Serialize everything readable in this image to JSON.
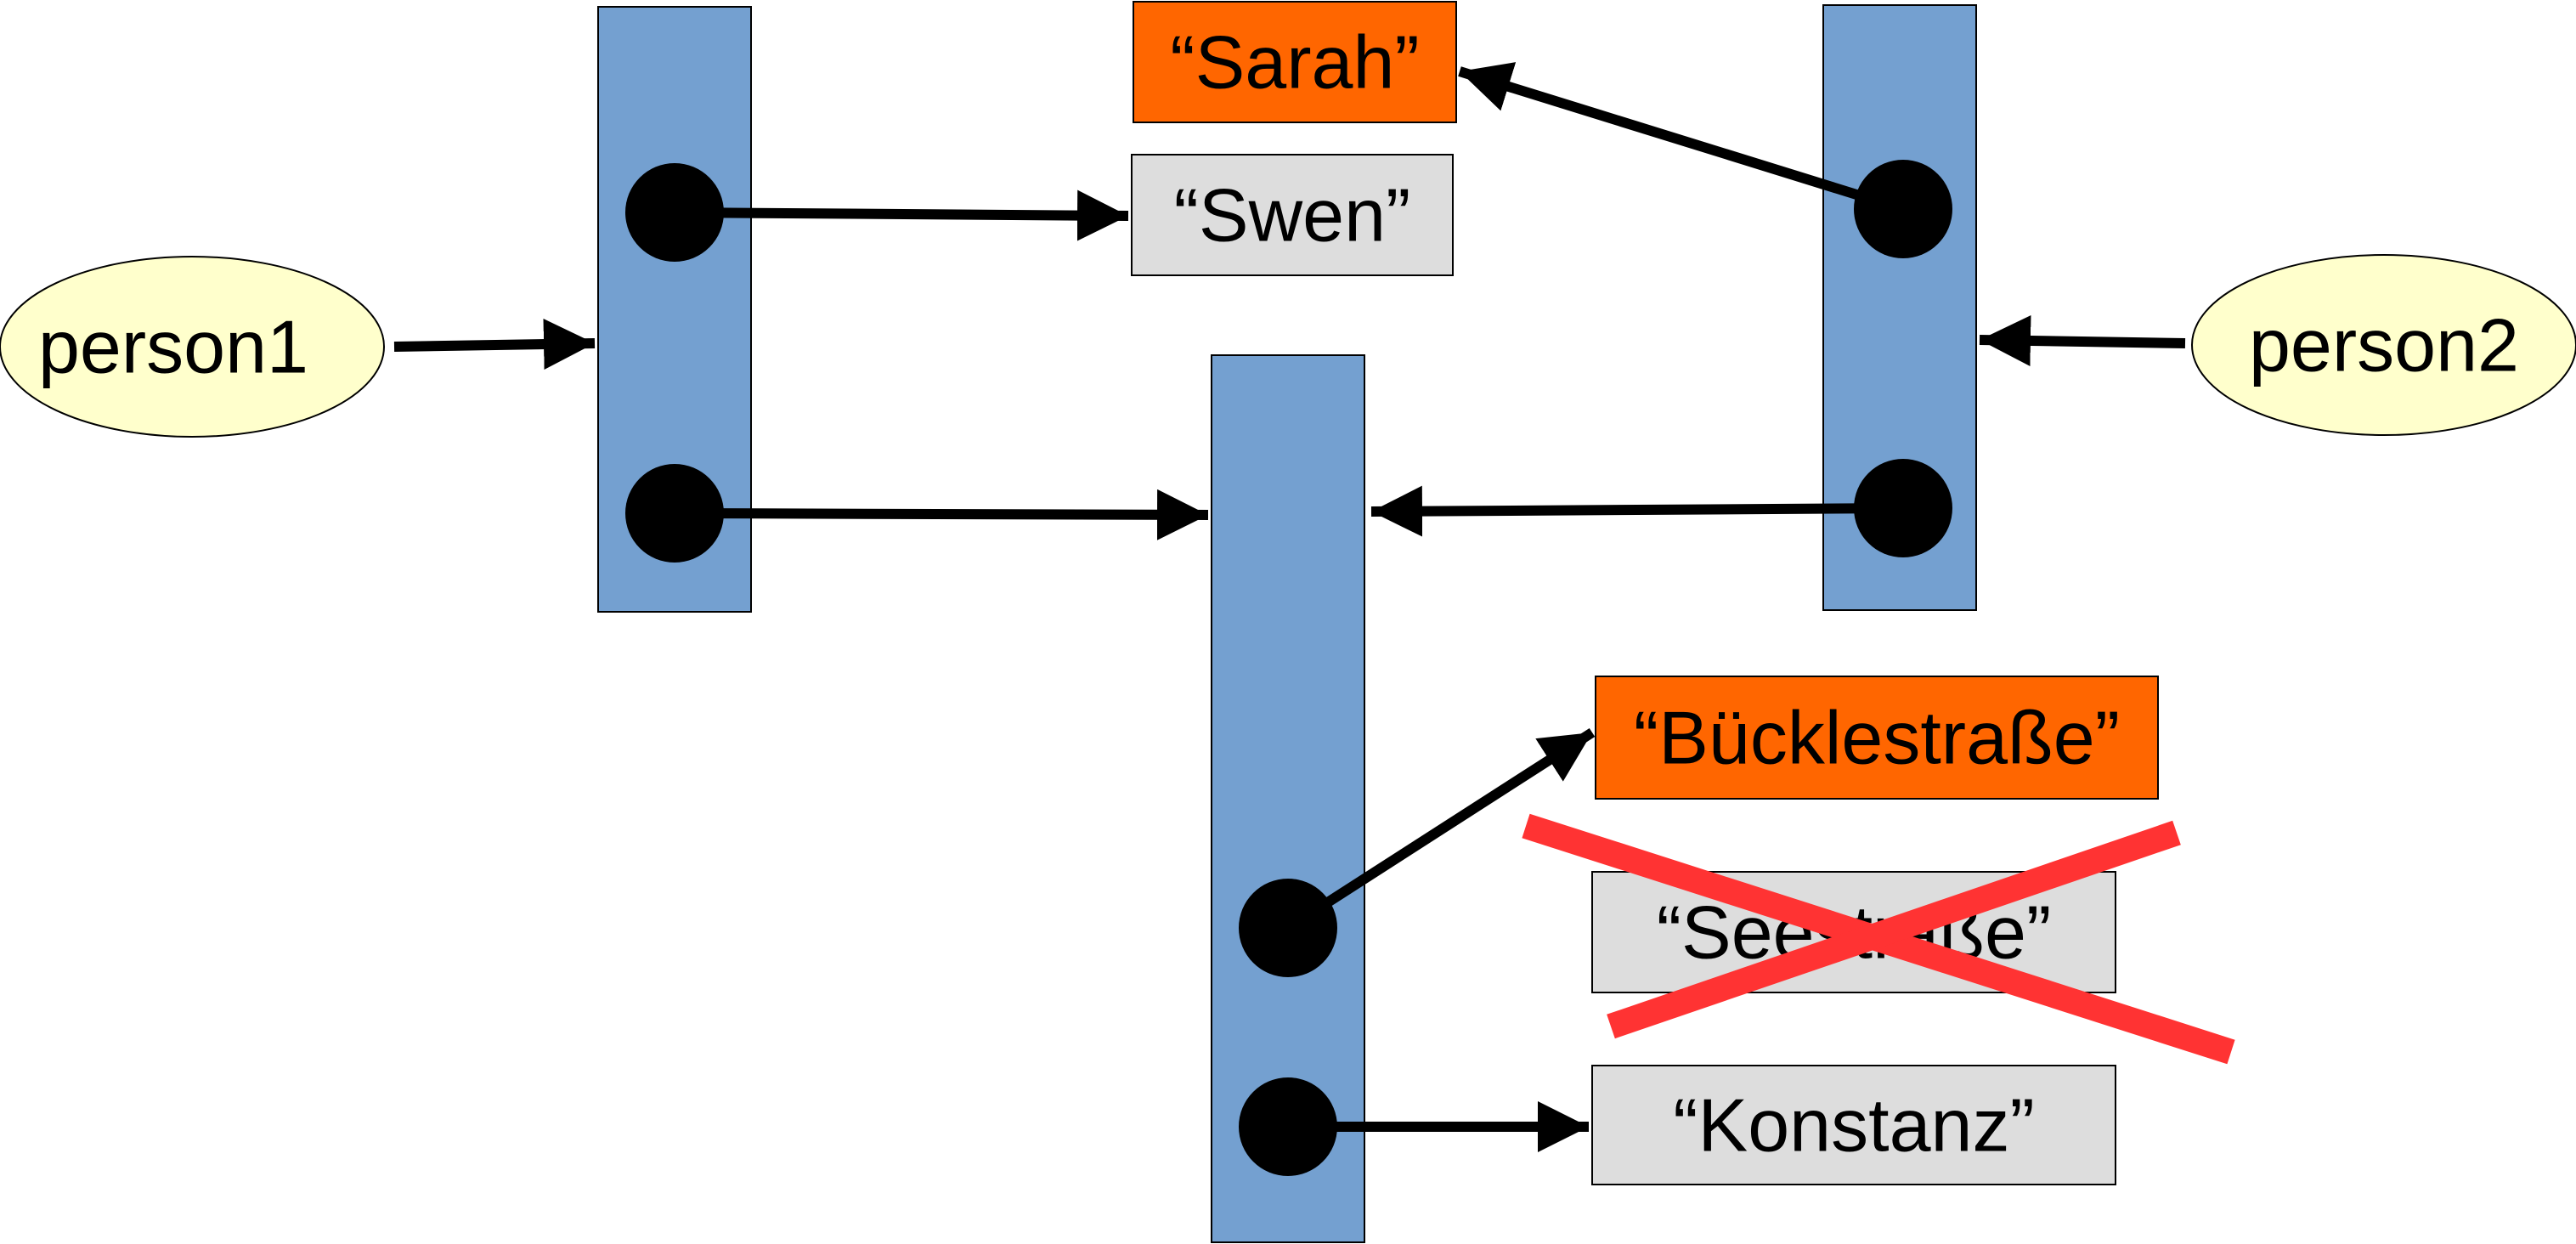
{
  "variables": [
    {
      "id": "person1",
      "label": "person1"
    },
    {
      "id": "person2",
      "label": "person2"
    }
  ],
  "strings": [
    {
      "id": "sarah",
      "text": "“Sarah”",
      "highlighted": true
    },
    {
      "id": "swen",
      "text": "“Swen”",
      "highlighted": false
    },
    {
      "id": "buecklestrasse",
      "text": "“Bücklestraße”",
      "highlighted": true
    },
    {
      "id": "seestrasse",
      "text": "“Seestraße”",
      "highlighted": false,
      "crossed_out": true
    },
    {
      "id": "konstanz",
      "text": "“Konstanz”",
      "highlighted": false
    }
  ],
  "colors": {
    "object": "#74a0d0",
    "variable": "#ffffcc",
    "string_default": "#dddddd",
    "string_highlight": "#ff6600",
    "cross": "#ff3333",
    "arrow": "#000000"
  }
}
